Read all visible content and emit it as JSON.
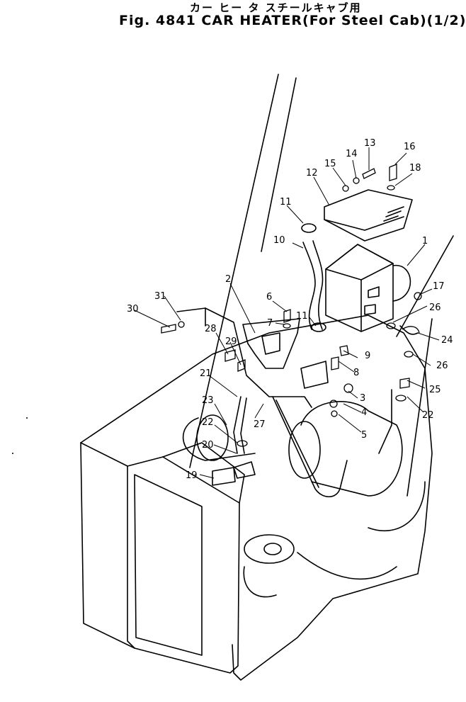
{
  "title": {
    "line1": "カー ヒー タ スチールキャブ用",
    "line2_prefix": "Fig. 4841 CAR HEATER",
    "line2_paren": "For Steel Cab",
    "line2_suffix": "(1/2)"
  },
  "callouts": [
    {
      "id": "1",
      "text": "1"
    },
    {
      "id": "2",
      "text": "2"
    },
    {
      "id": "3",
      "text": "3"
    },
    {
      "id": "4",
      "text": "4"
    },
    {
      "id": "5",
      "text": "5"
    },
    {
      "id": "6",
      "text": "6"
    },
    {
      "id": "7",
      "text": "7"
    },
    {
      "id": "8",
      "text": "8"
    },
    {
      "id": "9",
      "text": "9"
    },
    {
      "id": "10",
      "text": "10"
    },
    {
      "id": "11a",
      "text": "11"
    },
    {
      "id": "11b",
      "text": "11"
    },
    {
      "id": "12",
      "text": "12"
    },
    {
      "id": "13",
      "text": "13"
    },
    {
      "id": "14",
      "text": "14"
    },
    {
      "id": "15",
      "text": "15"
    },
    {
      "id": "16",
      "text": "16"
    },
    {
      "id": "17",
      "text": "17"
    },
    {
      "id": "18",
      "text": "18"
    },
    {
      "id": "19",
      "text": "19"
    },
    {
      "id": "20",
      "text": "20"
    },
    {
      "id": "21",
      "text": "21"
    },
    {
      "id": "22a",
      "text": "22"
    },
    {
      "id": "22b",
      "text": "22"
    },
    {
      "id": "23",
      "text": "23"
    },
    {
      "id": "24",
      "text": "24"
    },
    {
      "id": "25",
      "text": "25"
    },
    {
      "id": "26a",
      "text": "26"
    },
    {
      "id": "26b",
      "text": "26"
    },
    {
      "id": "27",
      "text": "27"
    },
    {
      "id": "28",
      "text": "28"
    },
    {
      "id": "29",
      "text": "29"
    },
    {
      "id": "30",
      "text": "30"
    },
    {
      "id": "31",
      "text": "31"
    }
  ]
}
